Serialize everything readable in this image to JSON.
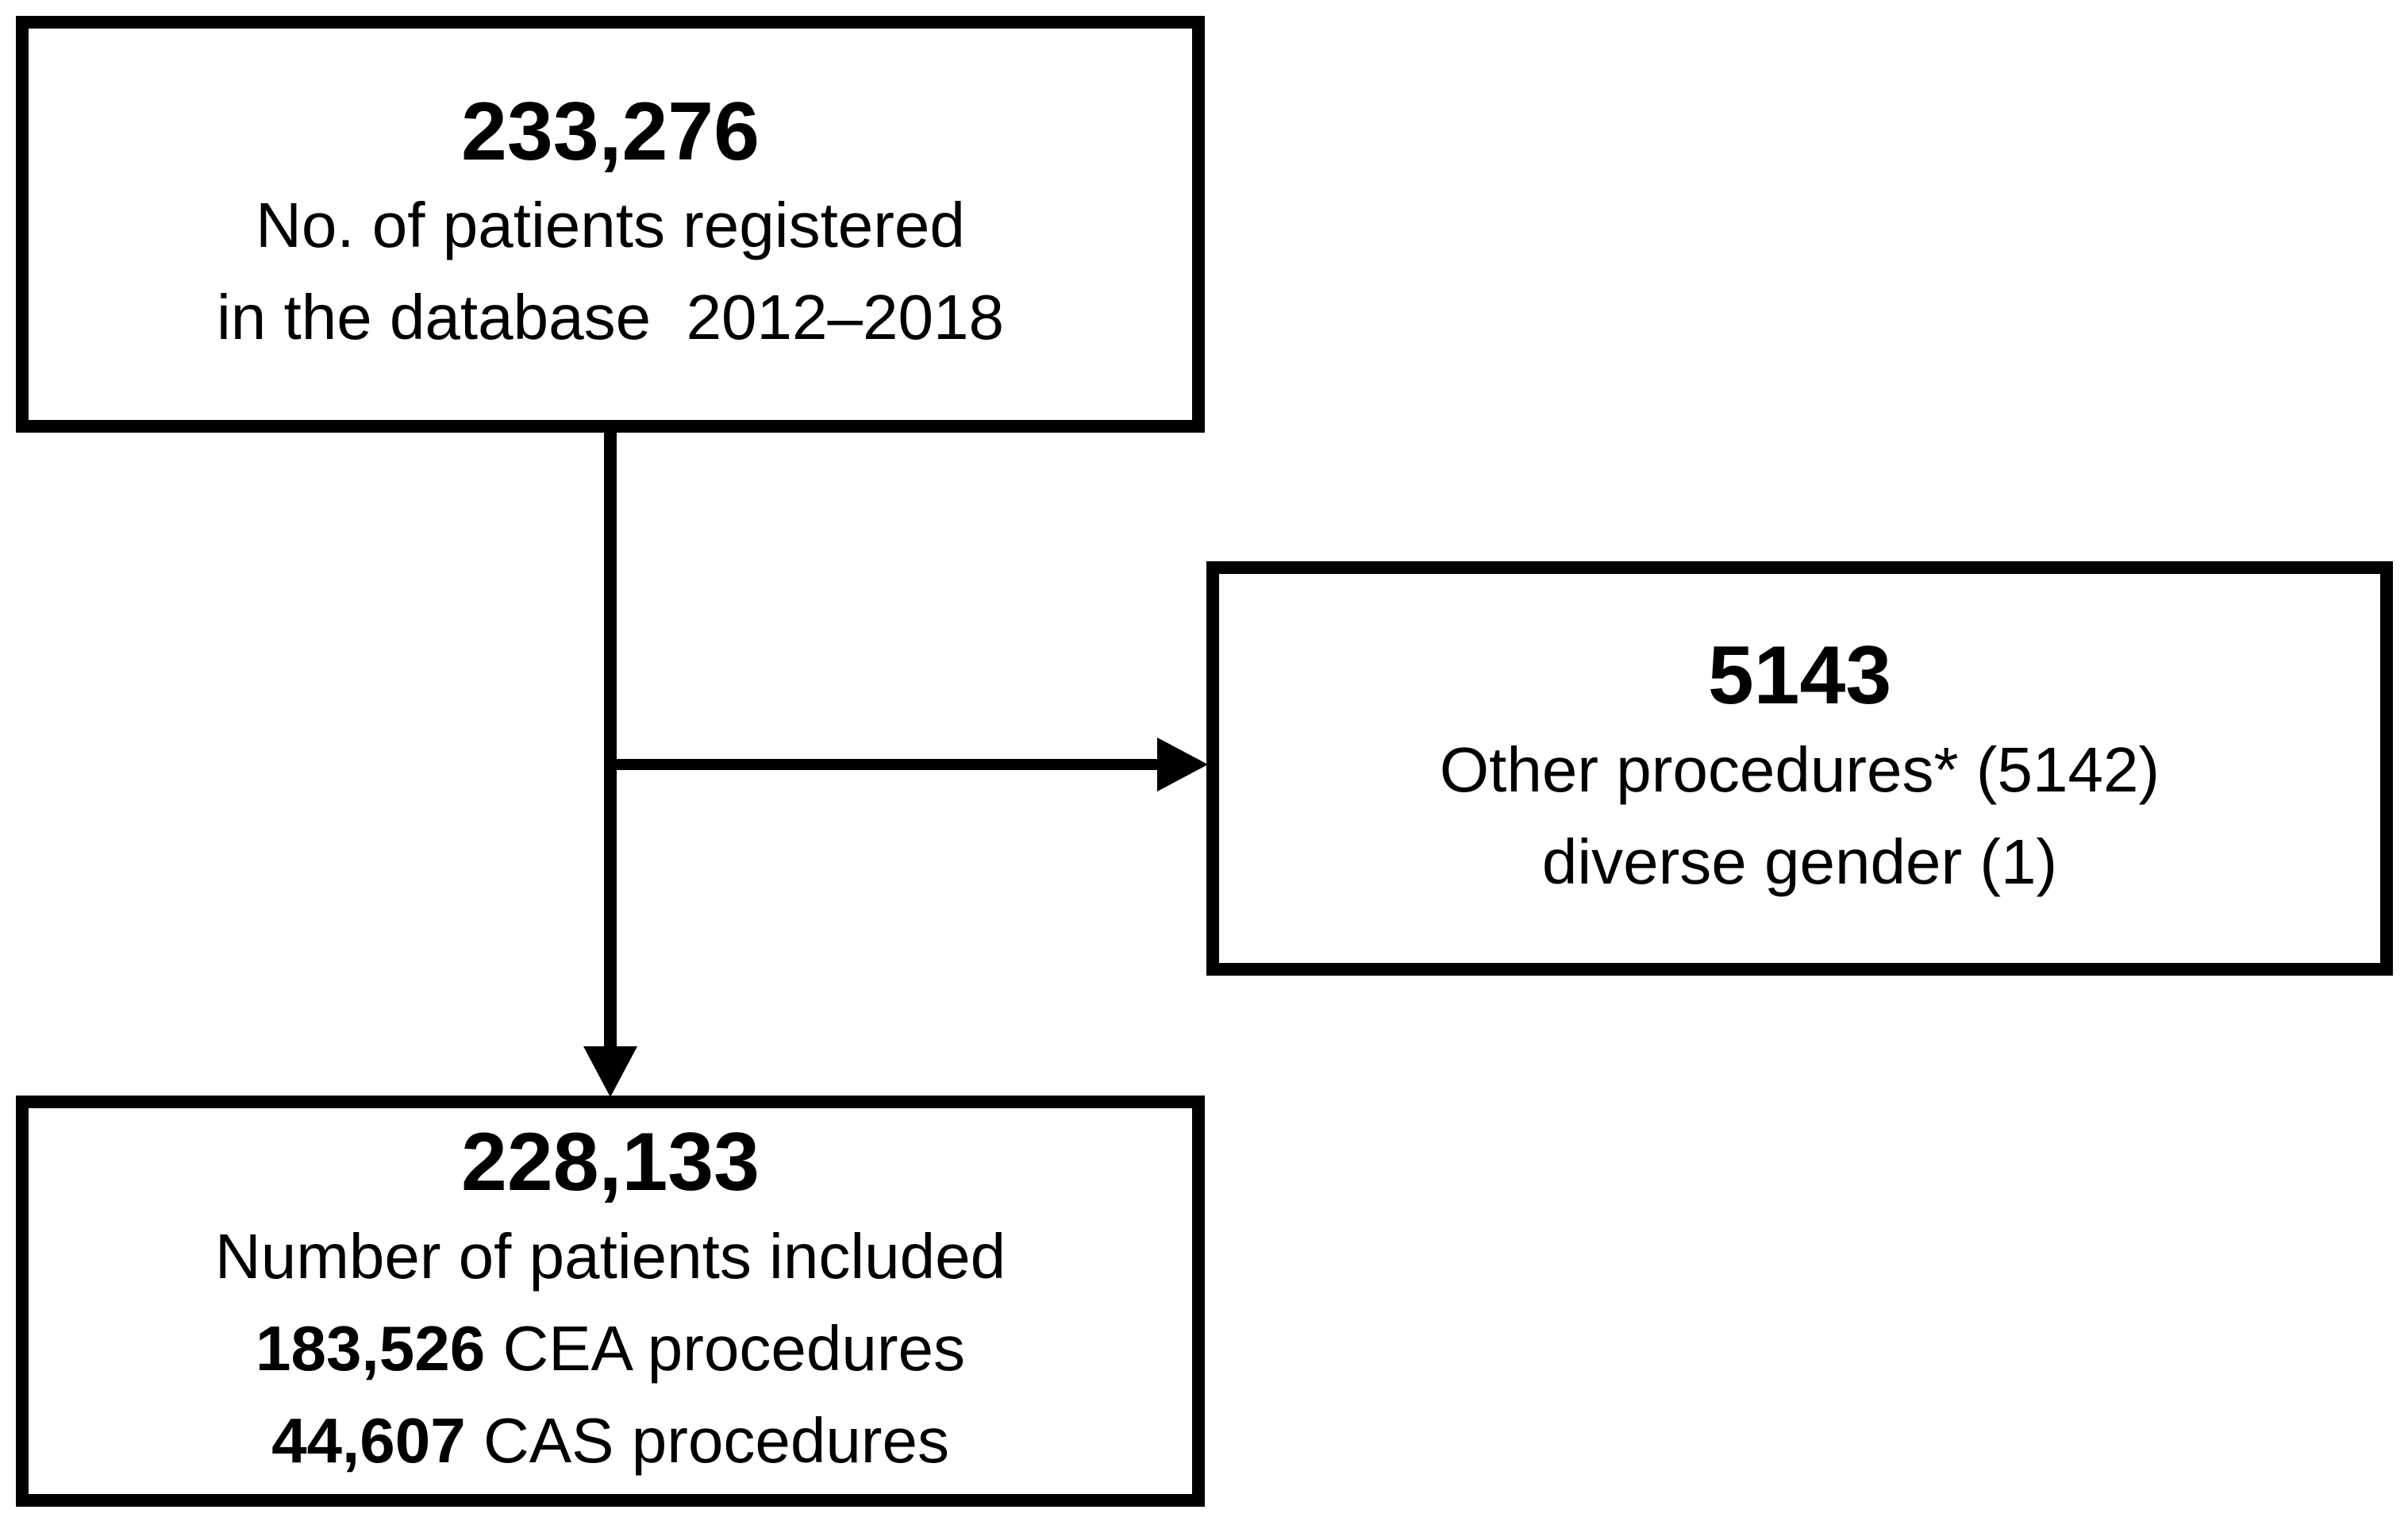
{
  "boxes": {
    "registered": {
      "count": "233,276",
      "line1": "No. of patients registered",
      "line2_a": "in the database",
      "line2_b": "2012–2018"
    },
    "excluded": {
      "count": "5143",
      "line1": "Other procedures* (5142)",
      "line2": "diverse gender (1)"
    },
    "included": {
      "count": "228,133",
      "line1": "Number of patients included",
      "cea_count": "183,526",
      "cea_label": "CEA procedures",
      "cas_count": "44,607",
      "cas_label": "CAS procedures"
    }
  },
  "colors": {
    "stroke": "#000000",
    "background": "#ffffff"
  }
}
